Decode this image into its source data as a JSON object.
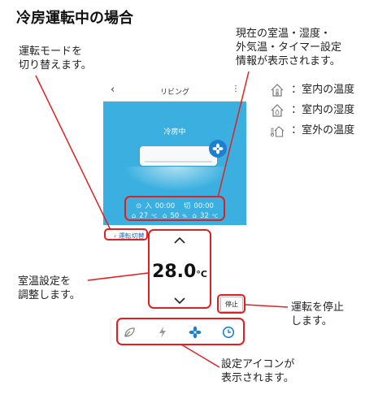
{
  "title": "冷房運転中の場合",
  "callouts": {
    "mode_switch": "運転モードを\n切り替えます。",
    "info_display": "現在の室温・湿度・\n外気温・タイマー設定\n情報が表示されます。",
    "temp_adjust": "室温設定を\n調整します。",
    "stop": "運転を停止\nします。",
    "settings_icons": "設定アイコンが\n表示されます。"
  },
  "legend": [
    {
      "icon": "house-thermometer-icon",
      "label": "：室内の温度"
    },
    {
      "icon": "house-humidity-icon",
      "label": "：室内の湿度"
    },
    {
      "icon": "outdoor-thermometer-icon",
      "label": "：室外の温度"
    }
  ],
  "app": {
    "header": {
      "back": "‹",
      "title": "リビング",
      "menu": "⋮"
    },
    "status": "冷房中",
    "timer": {
      "on_label": "入",
      "on_time": "00:00",
      "off_label": "切",
      "off_time": "00:00"
    },
    "readings": {
      "indoor_temp": "27",
      "indoor_temp_unit": "°C",
      "humidity": "50",
      "humidity_unit": "%",
      "outdoor_temp": "32",
      "outdoor_temp_unit": "°C"
    },
    "mode_switch_label": "運転切替",
    "setpoint": {
      "value": "28.0",
      "unit": "°C"
    },
    "stop_label": "停止",
    "tabs": [
      {
        "icon": "leaf-icon"
      },
      {
        "icon": "lightning-icon"
      },
      {
        "icon": "fan-icon"
      },
      {
        "icon": "clock-icon"
      }
    ]
  },
  "colors": {
    "accent": "#e02020",
    "sky": "#3bb0e0",
    "brand_blue": "#1e7fd0"
  }
}
